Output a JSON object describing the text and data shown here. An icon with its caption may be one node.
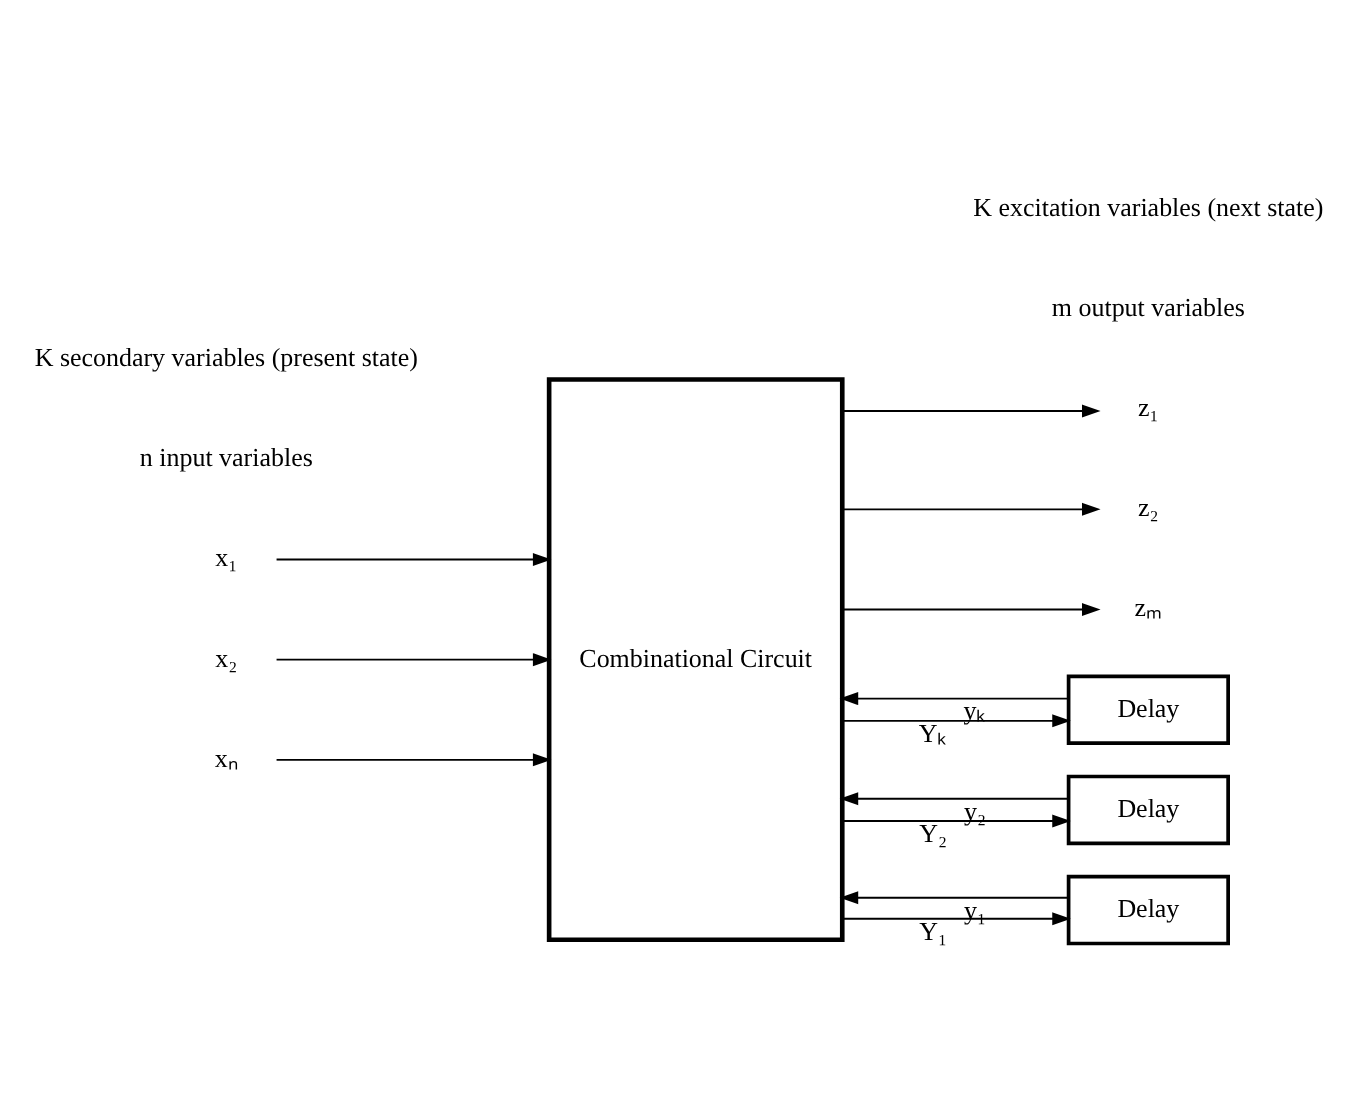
{
  "diagram": {
    "nodes": [
      {
        "text": [
          "Combinational Circuit"
        ]
      },
      {
        "text": [
          "x₁"
        ]
      },
      {
        "text": [
          "x₂"
        ]
      },
      {
        "text": [
          "xₙ"
        ]
      },
      {
        "text": [
          "z₁"
        ]
      },
      {
        "text": [
          "z₂"
        ]
      },
      {
        "text": [
          "zₘ"
        ]
      },
      {
        "text": [
          "Delay"
        ]
      },
      {
        "text": [
          "Delay"
        ]
      },
      {
        "text": [
          "Delay"
        ]
      }
    ],
    "edges": [
      {
        "from": 1,
        "to": 0,
        "arrow": "to"
      },
      {
        "from": 2,
        "to": 0,
        "arrow": "to"
      },
      {
        "from": 3,
        "to": 0,
        "arrow": "to"
      },
      {
        "from": 0,
        "to": 4,
        "arrow": "to"
      },
      {
        "from": 0,
        "to": 5,
        "arrow": "to"
      },
      {
        "from": 0,
        "to": 6,
        "arrow": "to"
      },
      {
        "from": 9,
        "to": 0,
        "arrow": "to",
        "label": "y₁"
      },
      {
        "from": 8,
        "to": 0,
        "arrow": "to",
        "label": "y₂"
      },
      {
        "from": 7,
        "to": 0,
        "arrow": "to",
        "label": "yₖ"
      },
      {
        "from": 0,
        "to": 9,
        "arrow": "to",
        "label": "Y₁"
      },
      {
        "from": 0,
        "to": 8,
        "arrow": "to",
        "label": "Y₂"
      },
      {
        "from": 0,
        "to": 7,
        "arrow": "to",
        "label": "Yₖ"
      }
    ],
    "labels": [
      "n input variables",
      "m output variables",
      "K secondary variables (present state)",
      "K excitation variables (next state)"
    ]
  }
}
